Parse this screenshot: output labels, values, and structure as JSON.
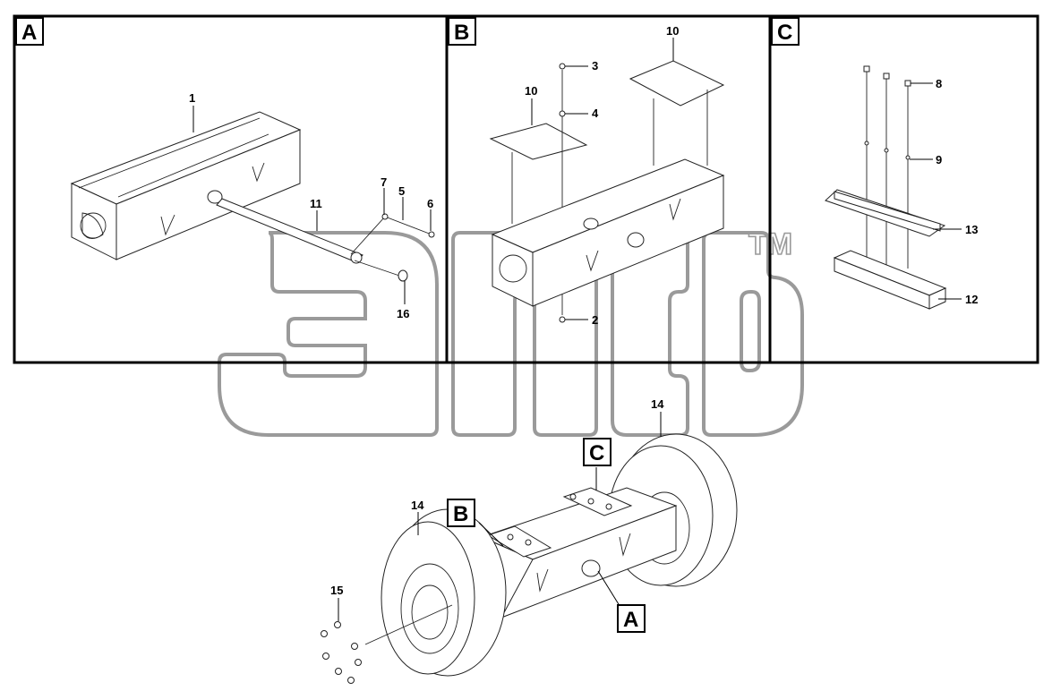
{
  "panels": {
    "a": {
      "letter": "A"
    },
    "b": {
      "letter": "B"
    },
    "c": {
      "letter": "C"
    }
  },
  "callouts": {
    "a": "A",
    "b": "B",
    "c": "C"
  },
  "parts": {
    "p1": "1",
    "p2": "2",
    "p3": "3",
    "p4": "4",
    "p5": "5",
    "p6": "6",
    "p7": "7",
    "p8": "8",
    "p9": "9",
    "p10a": "10",
    "p10b": "10",
    "p11": "11",
    "p12": "12",
    "p13": "13",
    "p14a": "14",
    "p14b": "14",
    "p15": "15",
    "p16": "16"
  },
  "watermark": {
    "trademark": "TM",
    "logo_icon": "aps-logo-watermark"
  }
}
